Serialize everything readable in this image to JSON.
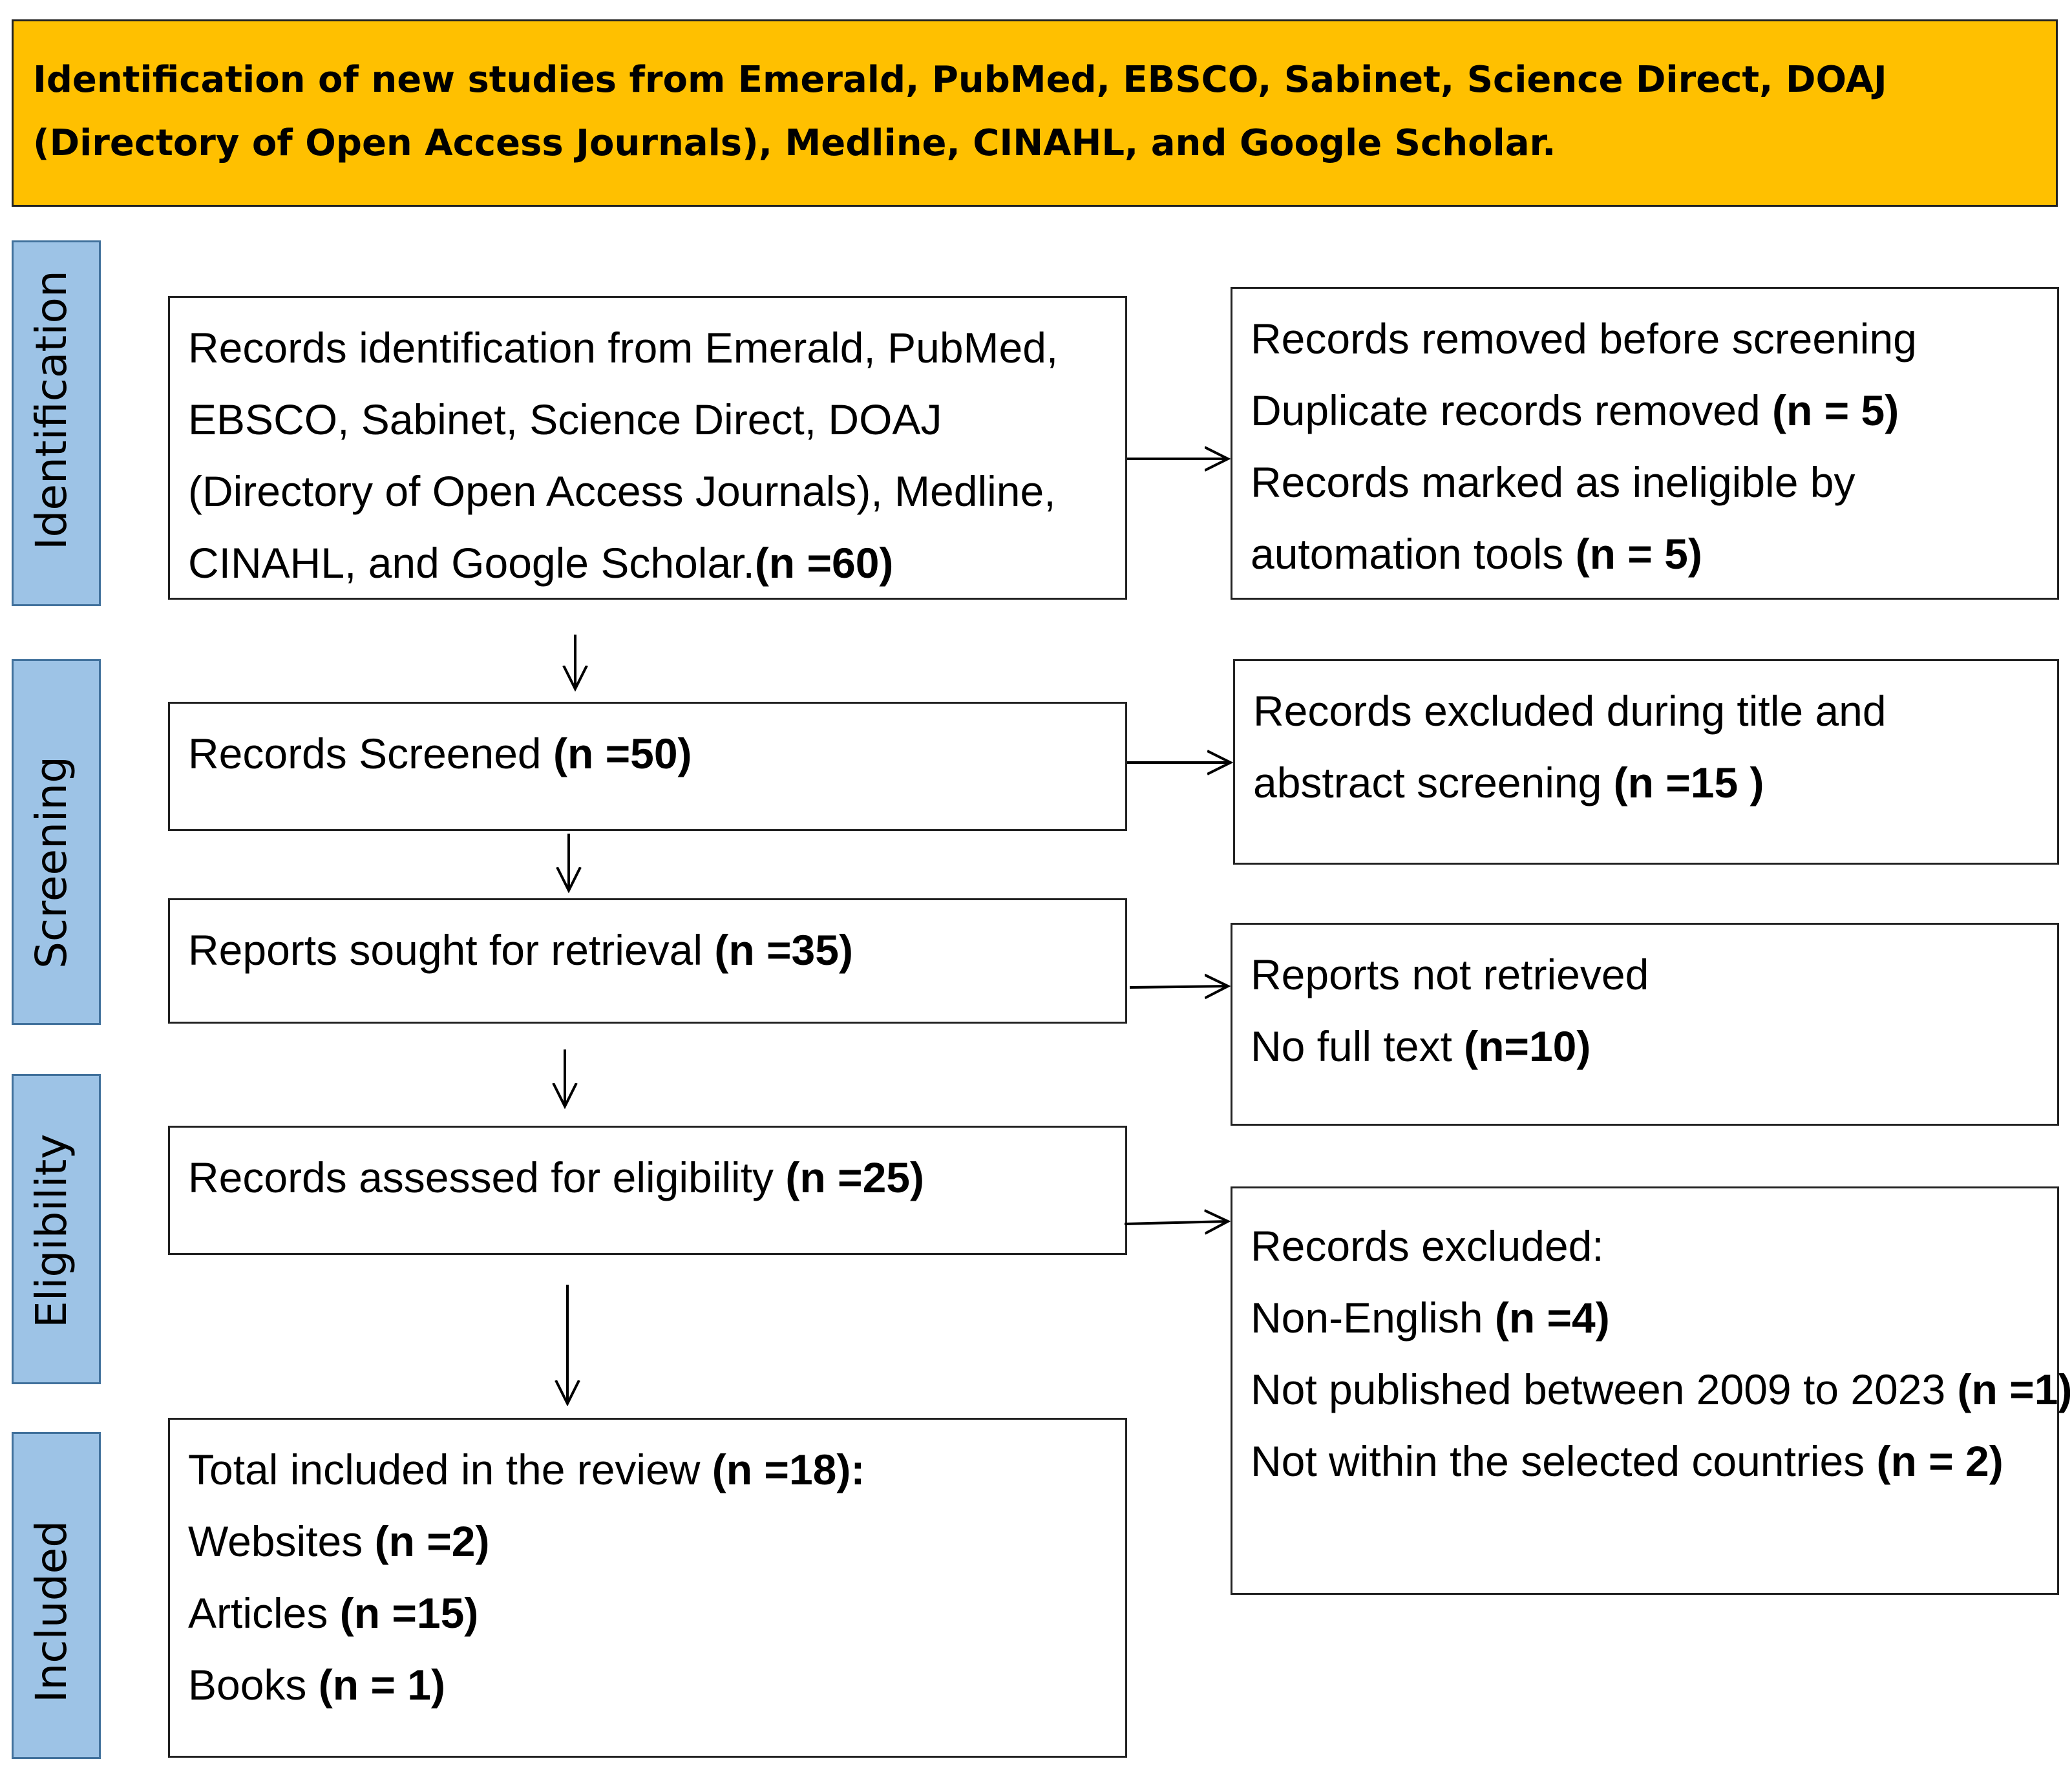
{
  "header": "Identification of new studies from Emerald, PubMed, EBSCO, Sabinet, Science Direct, DOAJ (Directory of Open Access Journals), Medline, CINAHL, and Google Scholar.",
  "phases": {
    "identification": "Identification",
    "screening": "Screening",
    "eligibility": "Eligibility",
    "included": "Included"
  },
  "boxes": {
    "records_identified": {
      "text": "Records identification from Emerald, PubMed, EBSCO, Sabinet, Science Direct, DOAJ (Directory of Open Access Journals), Medline, CINAHL, and Google Scholar.",
      "n": "(n =60)"
    },
    "records_removed": {
      "title": "Records removed before screening",
      "duplicates": "Duplicate records removed ",
      "duplicates_n": "(n = 5)",
      "ineligible": "Records marked as ineligible by automation tools ",
      "ineligible_n": "(n = 5)"
    },
    "records_screened": {
      "text": "Records Screened  ",
      "n": "(n =50)"
    },
    "records_excluded_screening": {
      "text": "Records excluded during title and abstract screening ",
      "n": "(n =15 )"
    },
    "reports_sought": {
      "text": "Reports sought for retrieval  ",
      "n": "(n =35)"
    },
    "reports_not_retrieved": {
      "title": "Reports not retrieved",
      "text": "No full text ",
      "n": "(n=10)"
    },
    "assessed": {
      "text": "Records assessed for eligibility ",
      "n": "(n =25)"
    },
    "excluded": {
      "title": "Records excluded:",
      "non_english": "Non-English ",
      "non_english_n": "(n =4)",
      "not_published": "Not published between 2009 to 2023 ",
      "not_published_n": "(n =1)",
      "not_countries": "Not within the selected countries ",
      "not_countries_n": "(n = 2)"
    },
    "included": {
      "total": "Total included in the review ",
      "total_n": "(n =18):",
      "websites": "Websites ",
      "websites_n": "(n =2)",
      "articles": "Articles ",
      "articles_n": "(n =15)",
      "books": "Books ",
      "books_n": "(n = 1)"
    }
  }
}
